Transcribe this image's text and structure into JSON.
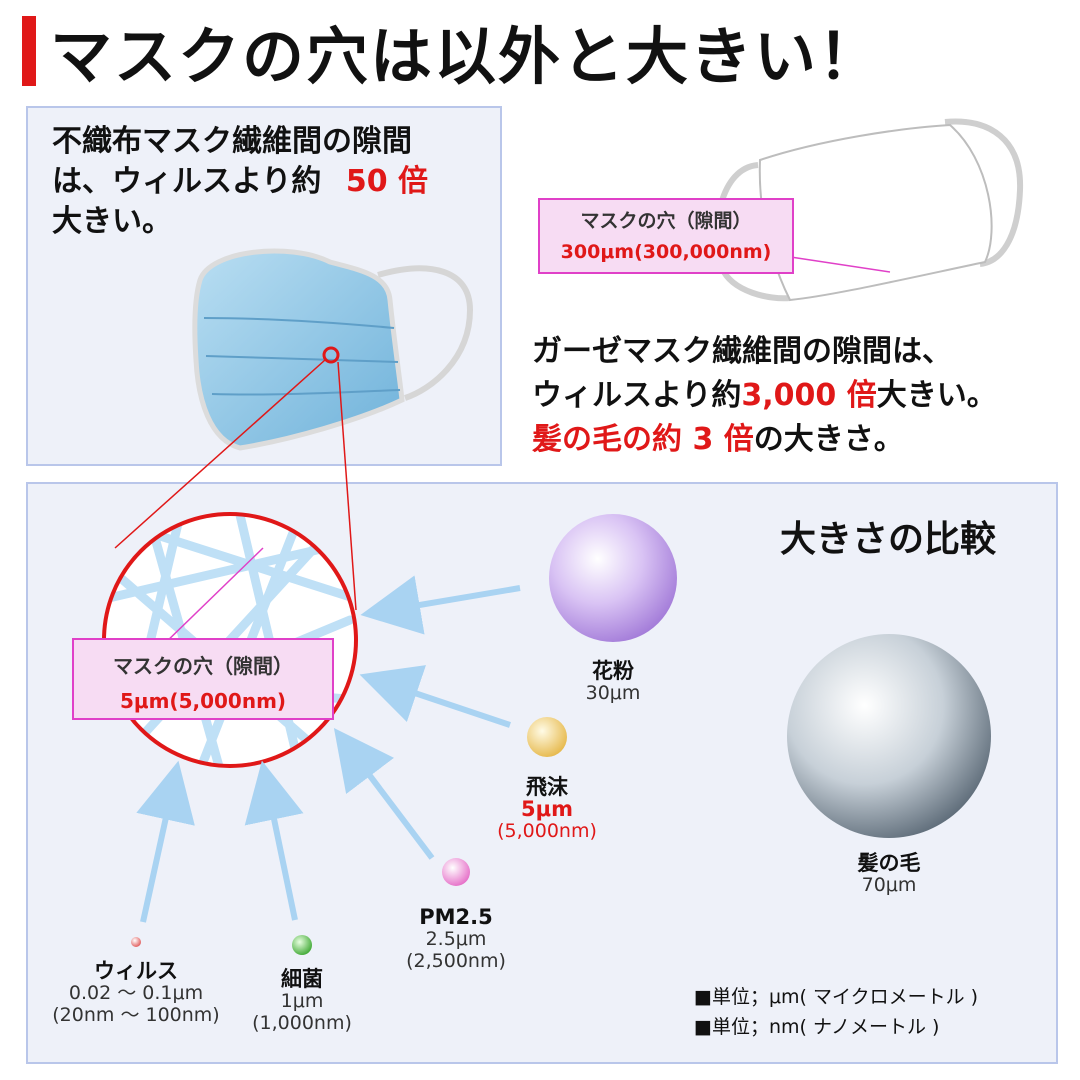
{
  "title": "マスクの穴は以外と大きい！",
  "nonwoven": {
    "line1": "不織布マスク繊維間の隙間",
    "line2_pre": "は、ウィルスより約",
    "line2_num": "50 倍",
    "line3": "大きい。"
  },
  "gauze": {
    "callout_label": "マスクの穴（隙間）",
    "callout_value": "300μm(300,000nm)",
    "line1": "ガーゼマスク繊維間の隙間は、",
    "line2_pre": "ウィルスより約",
    "line2_num": "3,000 倍",
    "line2_post": "大きい。",
    "line3_red": "髪の毛の約 3 倍",
    "line3_post": "の大きさ。"
  },
  "comparison": {
    "title": "大きさの比較",
    "hole_label": "マスクの穴（隙間）",
    "hole_value": "5μm(5,000nm)",
    "items": [
      {
        "name": "花粉",
        "size": "30μm",
        "color": "#c8a8ee"
      },
      {
        "name": "飛沫",
        "size": "5μm",
        "size_nm": "(5,000nm)",
        "color": "#f4d37a"
      },
      {
        "name": "PM2.5",
        "size": "2.5μm",
        "size_nm": "(2,500nm)",
        "color": "#f29ad8"
      },
      {
        "name": "細菌",
        "size": "1μm",
        "size_nm": "(1,000nm)",
        "color": "#6fcf5f"
      },
      {
        "name": "ウィルス",
        "size": "0.02 〜 0.1μm",
        "size_nm": "(20nm 〜 100nm)",
        "color": "#f08b8b"
      },
      {
        "name": "髪の毛",
        "size": "70μm",
        "color": "#9aa7b4"
      }
    ]
  },
  "units": {
    "line1": "■単位；μm( マイクロメートル )",
    "line2": "■単位；nm( ナノメートル )"
  }
}
